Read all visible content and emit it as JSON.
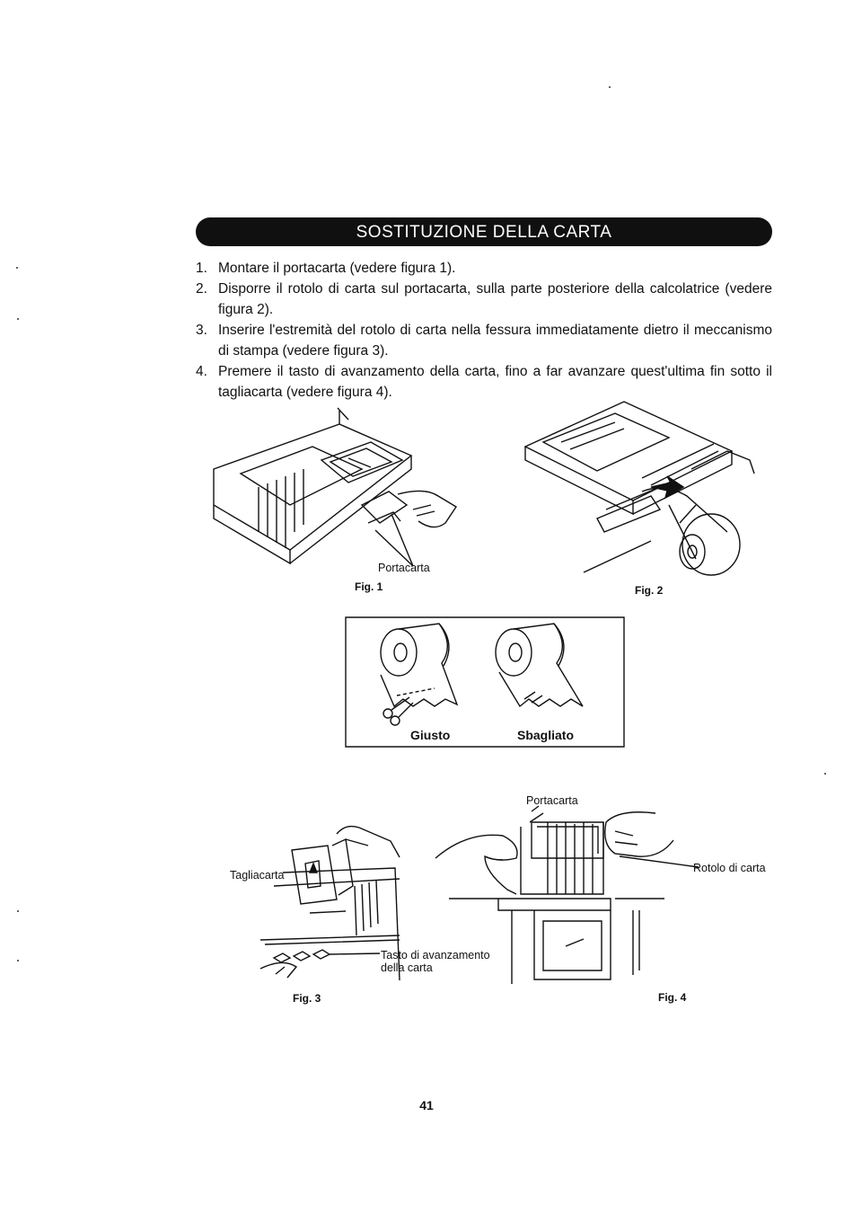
{
  "heading": "SOSTITUZIONE DELLA CARTA",
  "steps": [
    {
      "num": "1.",
      "text": "Montare il portacarta (vedere figura 1)."
    },
    {
      "num": "2.",
      "text": "Disporre il rotolo di carta sul portacarta, sulla parte posteriore della calcolatrice (vedere figura 2)."
    },
    {
      "num": "3.",
      "text": "Inserire l'estremità del rotolo di carta nella fessura immediatamente dietro il meccanismo di stampa (vedere figura 3)."
    },
    {
      "num": "4.",
      "text": "Premere il tasto di avanzamento della carta, fino a far avanzare quest'ultima fin sotto il tagliacarta (vedere figura 4)."
    }
  ],
  "figures": {
    "fig1": {
      "caption": "Fig. 1",
      "label": "Portacarta"
    },
    "fig2": {
      "caption": "Fig. 2"
    },
    "box": {
      "correct": "Giusto",
      "wrong": "Sbagliato"
    },
    "fig3": {
      "caption": "Fig. 3",
      "label_cutter": "Tagliacarta",
      "label_feed_line1": "Tasto di avanzamento",
      "label_feed_line2": "della carta"
    },
    "fig4": {
      "caption": "Fig. 4",
      "label_holder": "Portacarta",
      "label_roll": "Rotolo di carta"
    }
  },
  "page_number": "41"
}
